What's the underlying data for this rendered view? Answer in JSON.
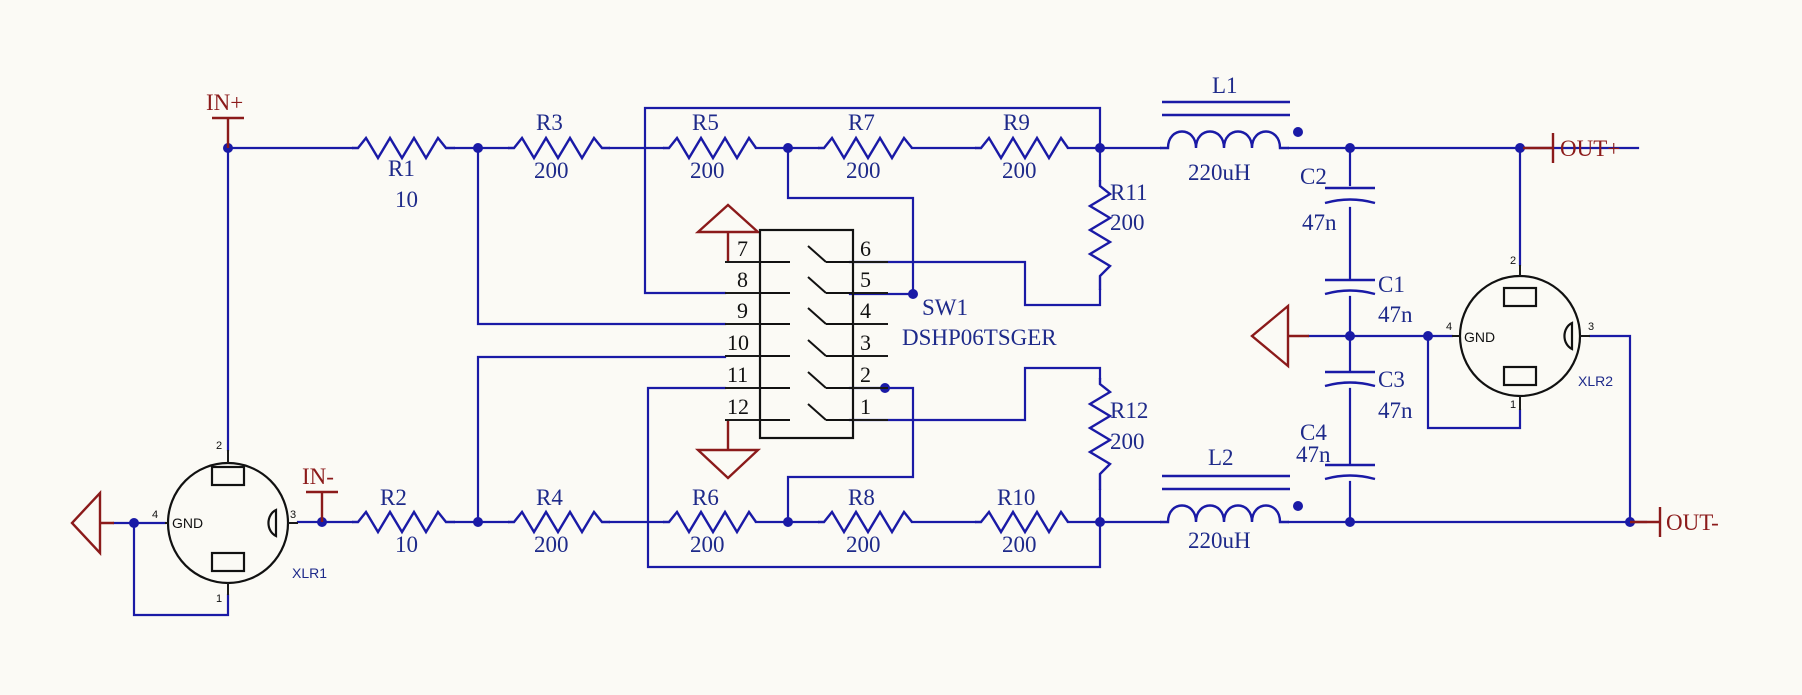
{
  "nets": {
    "in_plus": "IN+",
    "in_minus": "IN-",
    "out_plus": "OUT+",
    "out_minus": "OUT-"
  },
  "resistors": [
    {
      "ref": "R1",
      "value": "10"
    },
    {
      "ref": "R2",
      "value": "10"
    },
    {
      "ref": "R3",
      "value": "200"
    },
    {
      "ref": "R4",
      "value": "200"
    },
    {
      "ref": "R5",
      "value": "200"
    },
    {
      "ref": "R6",
      "value": "200"
    },
    {
      "ref": "R7",
      "value": "200"
    },
    {
      "ref": "R8",
      "value": "200"
    },
    {
      "ref": "R9",
      "value": "200"
    },
    {
      "ref": "R10",
      "value": "200"
    },
    {
      "ref": "R11",
      "value": "200"
    },
    {
      "ref": "R12",
      "value": "200"
    }
  ],
  "inductors": [
    {
      "ref": "L1",
      "value": "220uH"
    },
    {
      "ref": "L2",
      "value": "220uH"
    }
  ],
  "capacitors": [
    {
      "ref": "C1",
      "value": "47n"
    },
    {
      "ref": "C2",
      "value": "47n"
    },
    {
      "ref": "C3",
      "value": "47n"
    },
    {
      "ref": "C4",
      "value": "47n"
    }
  ],
  "switch": {
    "ref": "SW1",
    "part": "DSHP06TSGER",
    "pins_left": [
      "7",
      "8",
      "9",
      "10",
      "11",
      "12"
    ],
    "pins_right": [
      "6",
      "5",
      "4",
      "3",
      "2",
      "1"
    ]
  },
  "connectors": [
    {
      "ref": "XLR1",
      "gnd_label": "GND",
      "pins": [
        "1",
        "2",
        "3",
        "4"
      ]
    },
    {
      "ref": "XLR2",
      "gnd_label": "GND",
      "pins": [
        "1",
        "2",
        "3",
        "4"
      ]
    }
  ]
}
